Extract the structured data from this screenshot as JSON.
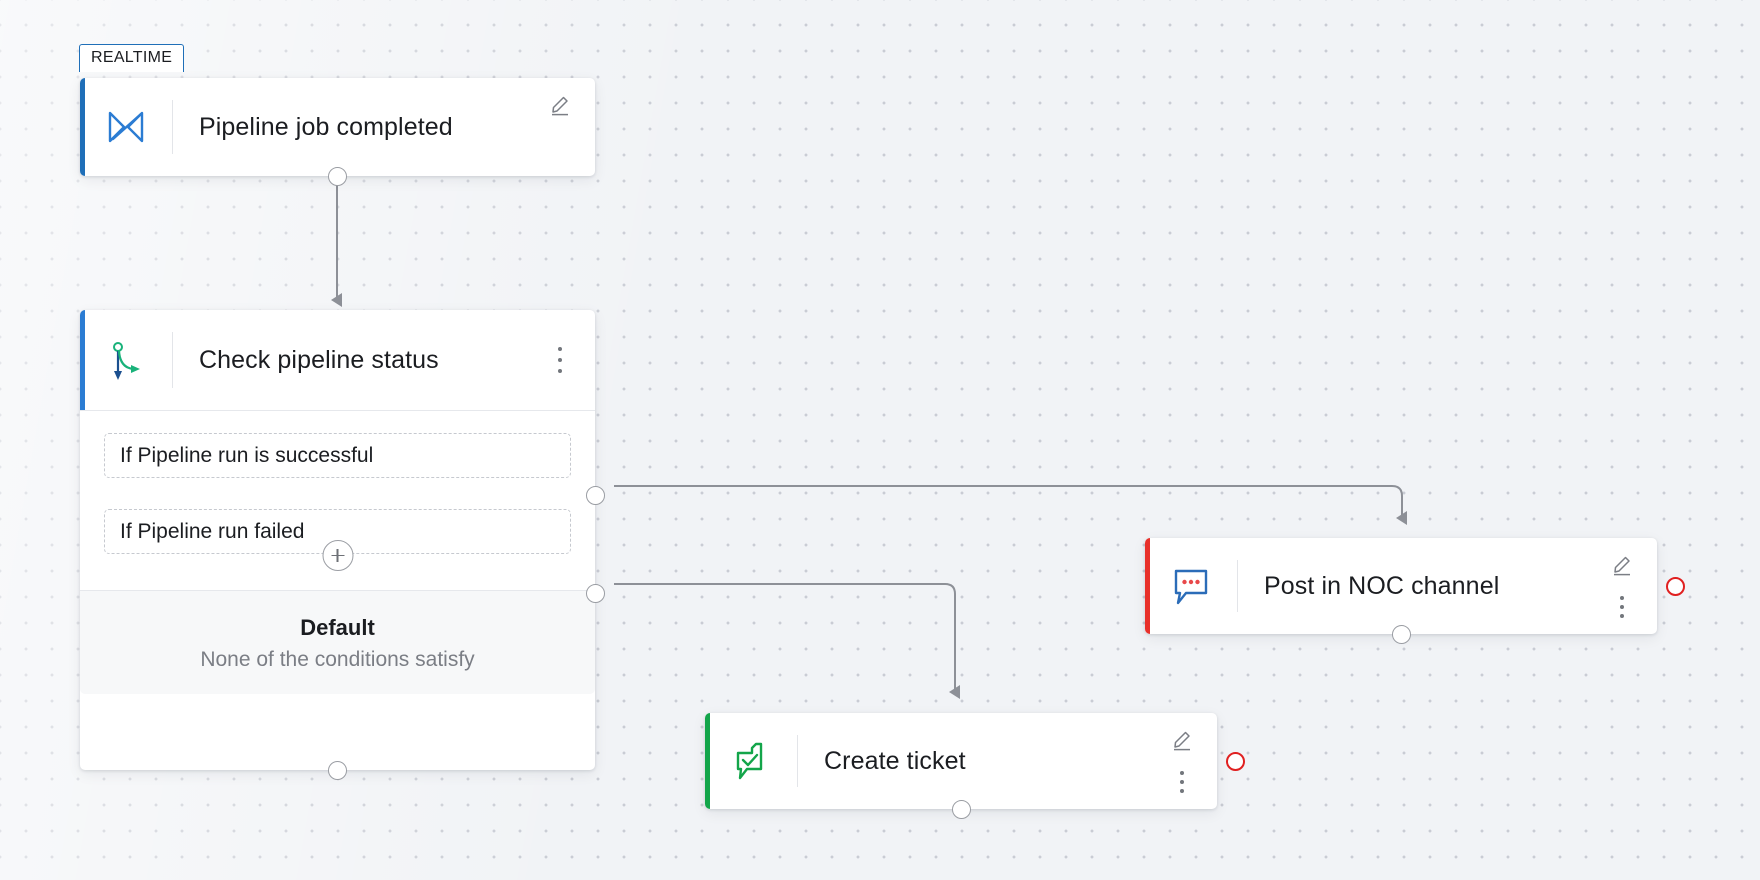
{
  "canvas": {
    "background_color": "#f1f3f6",
    "grid_dot_color": "#c9ccd4",
    "edge_color": "#8d9097"
  },
  "trigger": {
    "badge": "REALTIME",
    "title": "Pipeline job completed",
    "icon": "azure-pipelines-icon",
    "accent_color": "#1f6fb8",
    "edit_label": "edit-icon"
  },
  "switch_node": {
    "title": "Check pipeline status",
    "icon": "branch-condition-icon",
    "accent_color": "#2b7cd3",
    "menu_label": "more-options-icon",
    "conditions": [
      {
        "label": "If Pipeline run is successful"
      },
      {
        "label": "If Pipeline run failed"
      }
    ],
    "add_condition_label": "+",
    "default": {
      "title": "Default",
      "subtitle": "None of the conditions satisfy"
    }
  },
  "actions": [
    {
      "id": "noc",
      "title": "Post in NOC channel",
      "icon": "chat-bubble-icon",
      "accent_color": "#e8302a",
      "error_port_color": "#e02020"
    },
    {
      "id": "ticket",
      "title": "Create ticket",
      "icon": "ticket-check-icon",
      "accent_color": "#13a54a",
      "error_port_color": "#e02020"
    }
  ]
}
